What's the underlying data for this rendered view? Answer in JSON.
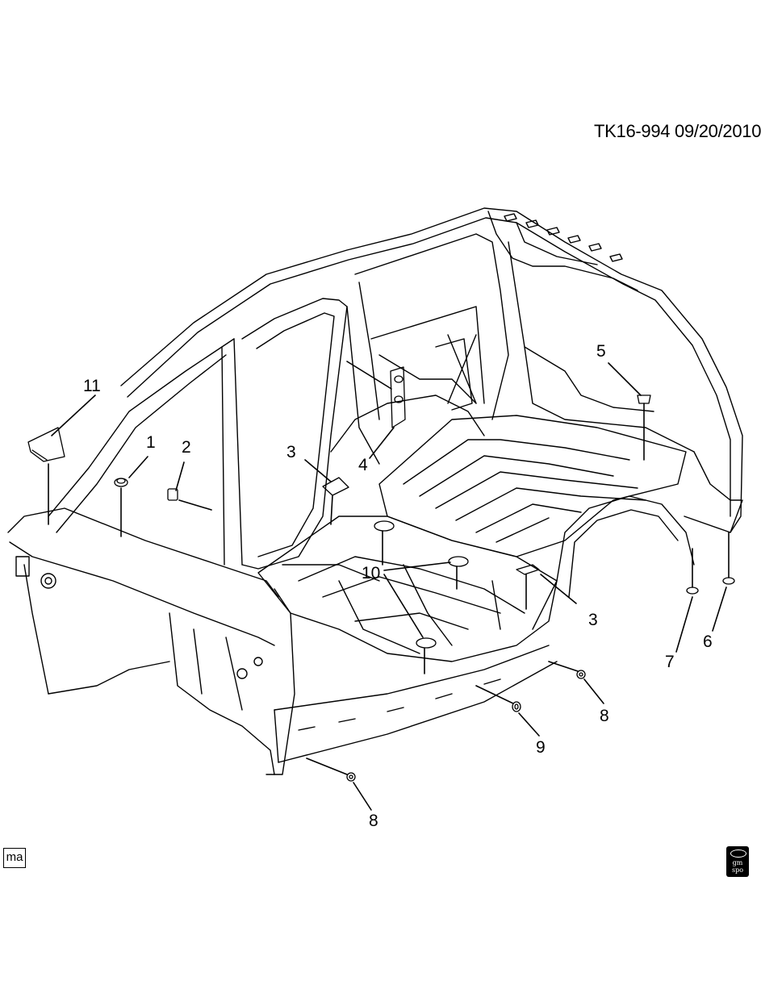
{
  "diagram": {
    "id_text": "TK16-994  09/20/2010",
    "callouts": [
      {
        "key": "c11",
        "label": "11"
      },
      {
        "key": "c1",
        "label": "1"
      },
      {
        "key": "c2",
        "label": "2"
      },
      {
        "key": "c3a",
        "label": "3"
      },
      {
        "key": "c4",
        "label": "4"
      },
      {
        "key": "c5",
        "label": "5"
      },
      {
        "key": "c10",
        "label": "10"
      },
      {
        "key": "c3b",
        "label": "3"
      },
      {
        "key": "c7",
        "label": "7"
      },
      {
        "key": "c6",
        "label": "6"
      },
      {
        "key": "c8a",
        "label": "8"
      },
      {
        "key": "c9",
        "label": "9"
      },
      {
        "key": "c8b",
        "label": "8"
      }
    ],
    "corner_tag": "ma",
    "logo_text": [
      "gm",
      "spo"
    ],
    "line_color": "#000000",
    "background_color": "#ffffff"
  }
}
